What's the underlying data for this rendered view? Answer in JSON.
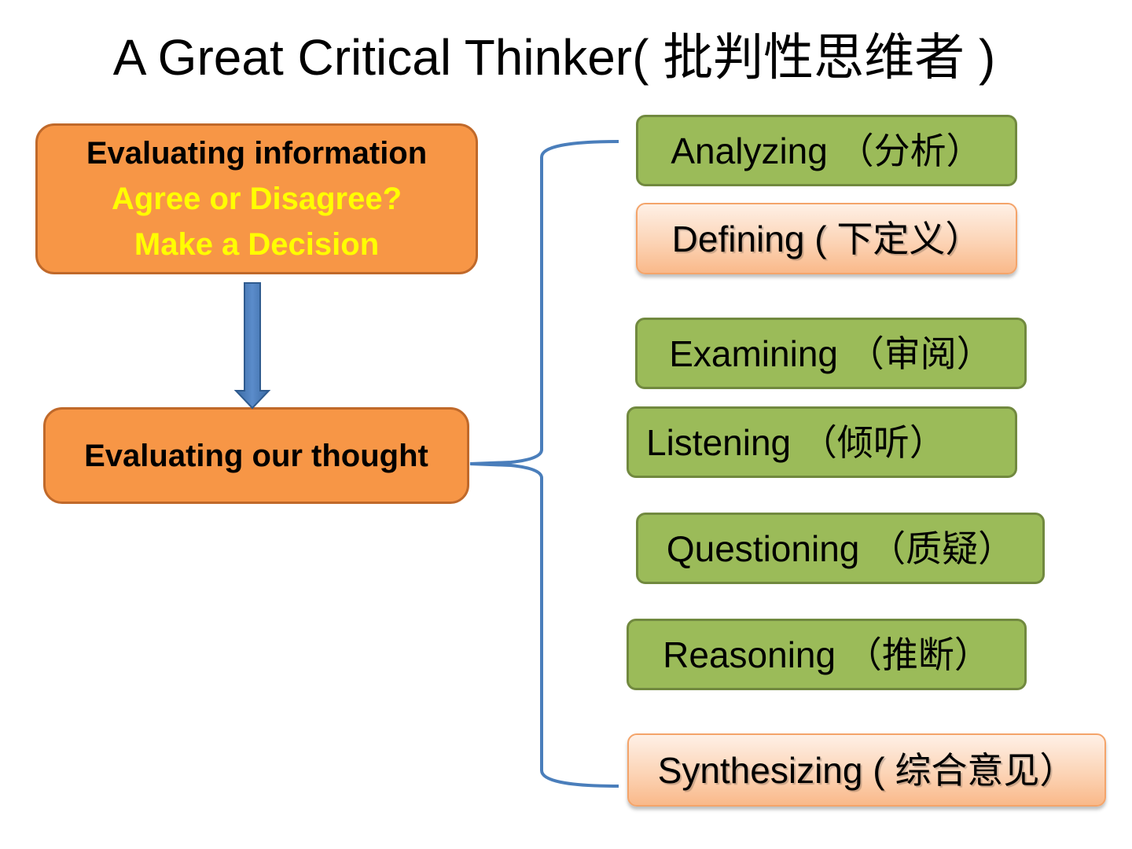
{
  "slide": {
    "title": "A Great Critical Thinker( 批判性思维者 )"
  },
  "left": {
    "top_box": {
      "line1": "Evaluating information",
      "line2": "Agree or Disagree?",
      "line3": "Make a Decision"
    },
    "bottom_box": {
      "label": "Evaluating our thought"
    }
  },
  "skills": [
    {
      "label": "Analyzing （分析）",
      "style": "green"
    },
    {
      "label": "Defining ( 下定义）",
      "style": "peach"
    },
    {
      "label": "Examining （审阅）",
      "style": "green"
    },
    {
      "label": "Listening （倾听）",
      "style": "green"
    },
    {
      "label": "Questioning （质疑）",
      "style": "green"
    },
    {
      "label": "Reasoning （推断）",
      "style": "green"
    },
    {
      "label": "Synthesizing ( 综合意见）",
      "style": "peach"
    }
  ],
  "colors": {
    "orange_box": "#f79646",
    "highlight_text": "#ffff00",
    "green_box": "#9bbb59",
    "arrow": "#4f81bd",
    "bracket": "#4a7ebb"
  }
}
